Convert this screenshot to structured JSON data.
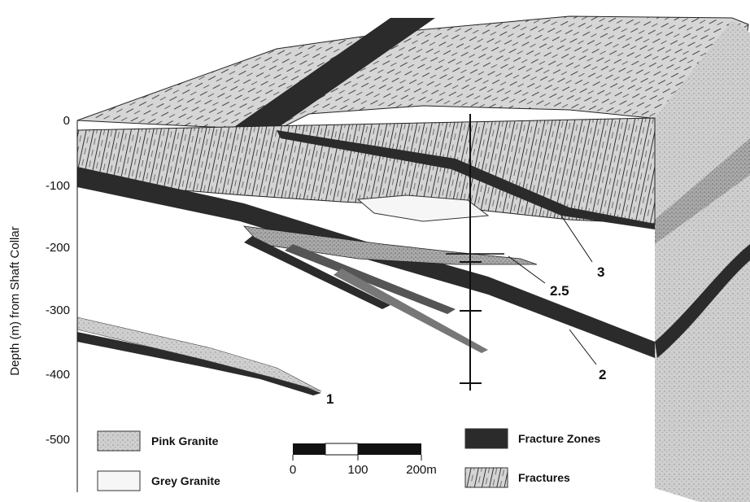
{
  "axis": {
    "label": "Depth (m) from Shaft Collar",
    "ticks": [
      "0",
      "-100",
      "-200",
      "-300",
      "-400",
      "-500"
    ]
  },
  "zones": {
    "zone_1": "1",
    "zone_2": "2",
    "zone_2_5": "2.5",
    "zone_3": "3"
  },
  "legend": {
    "pink_granite": "Pink Granite",
    "grey_granite": "Grey Granite",
    "fracture_zones": "Fracture Zones",
    "fractures": "Fractures"
  },
  "scale_bar": {
    "labels": [
      "0",
      "100",
      "200m"
    ]
  },
  "colors": {
    "pink_granite_fill": "#c9c9c9",
    "grey_granite_fill": "#f6f6f6",
    "fracture_zone_fill": "#2a2a2a",
    "ink": "#111111"
  }
}
